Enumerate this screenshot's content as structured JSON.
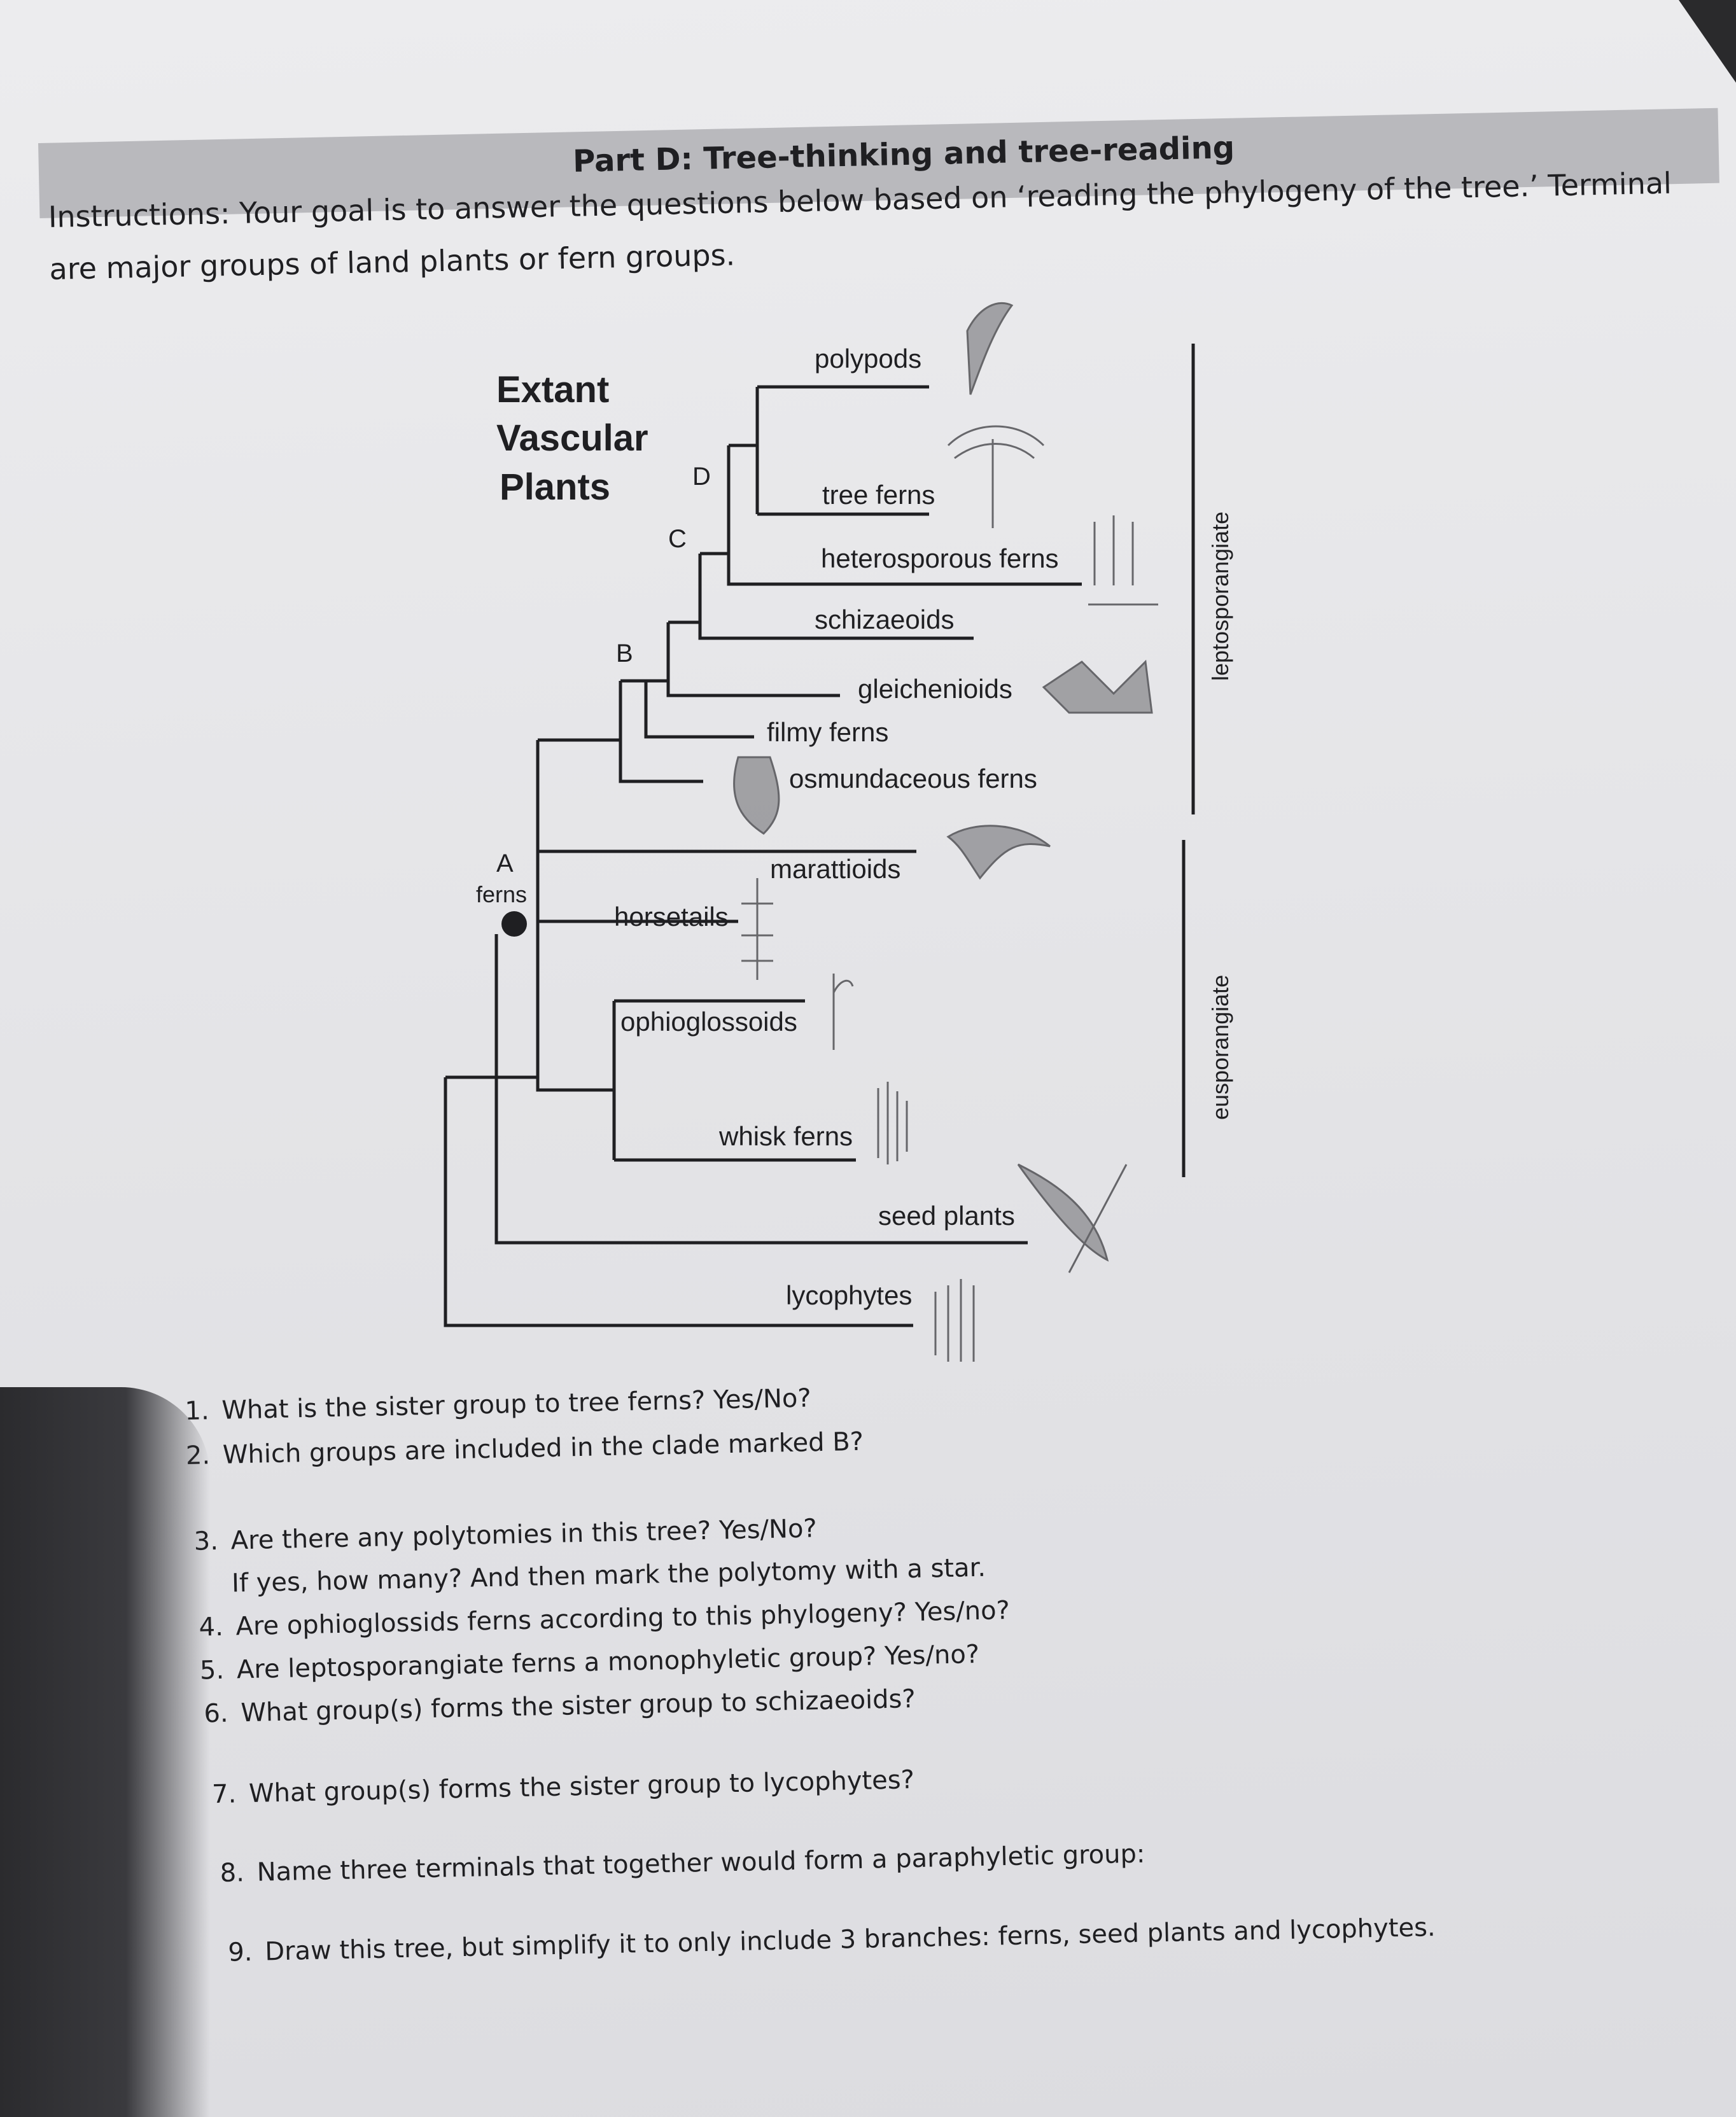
{
  "header": {
    "part_title": "Part D: Tree-thinking and tree-reading",
    "instructions_line1": "Instructions:  Your goal is to answer the questions below based on ‘reading the phylogeny of the tree.’  Terminal",
    "instructions_line2": "are major groups of land plants or fern groups."
  },
  "tree": {
    "title_lines": [
      "Extant",
      "Vascular",
      "Plants"
    ],
    "node_labels": {
      "A": "A",
      "ferns": "ferns",
      "B": "B",
      "C": "C",
      "D": "D"
    },
    "taxa": [
      "polypods",
      "tree ferns",
      "heterosporous ferns",
      "schizaeoids",
      "gleichenioids",
      "filmy ferns",
      "osmundaceous ferns",
      "marattioids",
      "horsetails",
      "ophioglossoids",
      "whisk ferns",
      "seed plants",
      "lycophytes"
    ],
    "brackets": [
      "leptosporangiate",
      "eusporangiate"
    ]
  },
  "questions": [
    {
      "num": "1.",
      "text": "What is the sister group to tree ferns? Yes/No?"
    },
    {
      "num": "2.",
      "text": "Which groups are included in the clade marked B?"
    },
    {
      "num": "3.",
      "text": "Are there any polytomies in this tree?  Yes/No?"
    },
    {
      "num": "",
      "text": "If yes, how many?        And then mark the polytomy with a star."
    },
    {
      "num": "4.",
      "text": "Are ophioglossids ferns according to this phylogeny?  Yes/no?"
    },
    {
      "num": "5.",
      "text": "Are leptosporangiate ferns a monophyletic group?  Yes/no?"
    },
    {
      "num": "6.",
      "text": "What group(s) forms the sister group to schizaeoids?"
    },
    {
      "num": "7.",
      "text": "What group(s) forms the sister group to lycophytes?"
    },
    {
      "num": "8.",
      "text": "Name three terminals that together would form a paraphyletic group:"
    },
    {
      "num": "9.",
      "text": "Draw this tree, but simplify it to only include 3 branches: ferns, seed plants and lycophytes."
    }
  ]
}
